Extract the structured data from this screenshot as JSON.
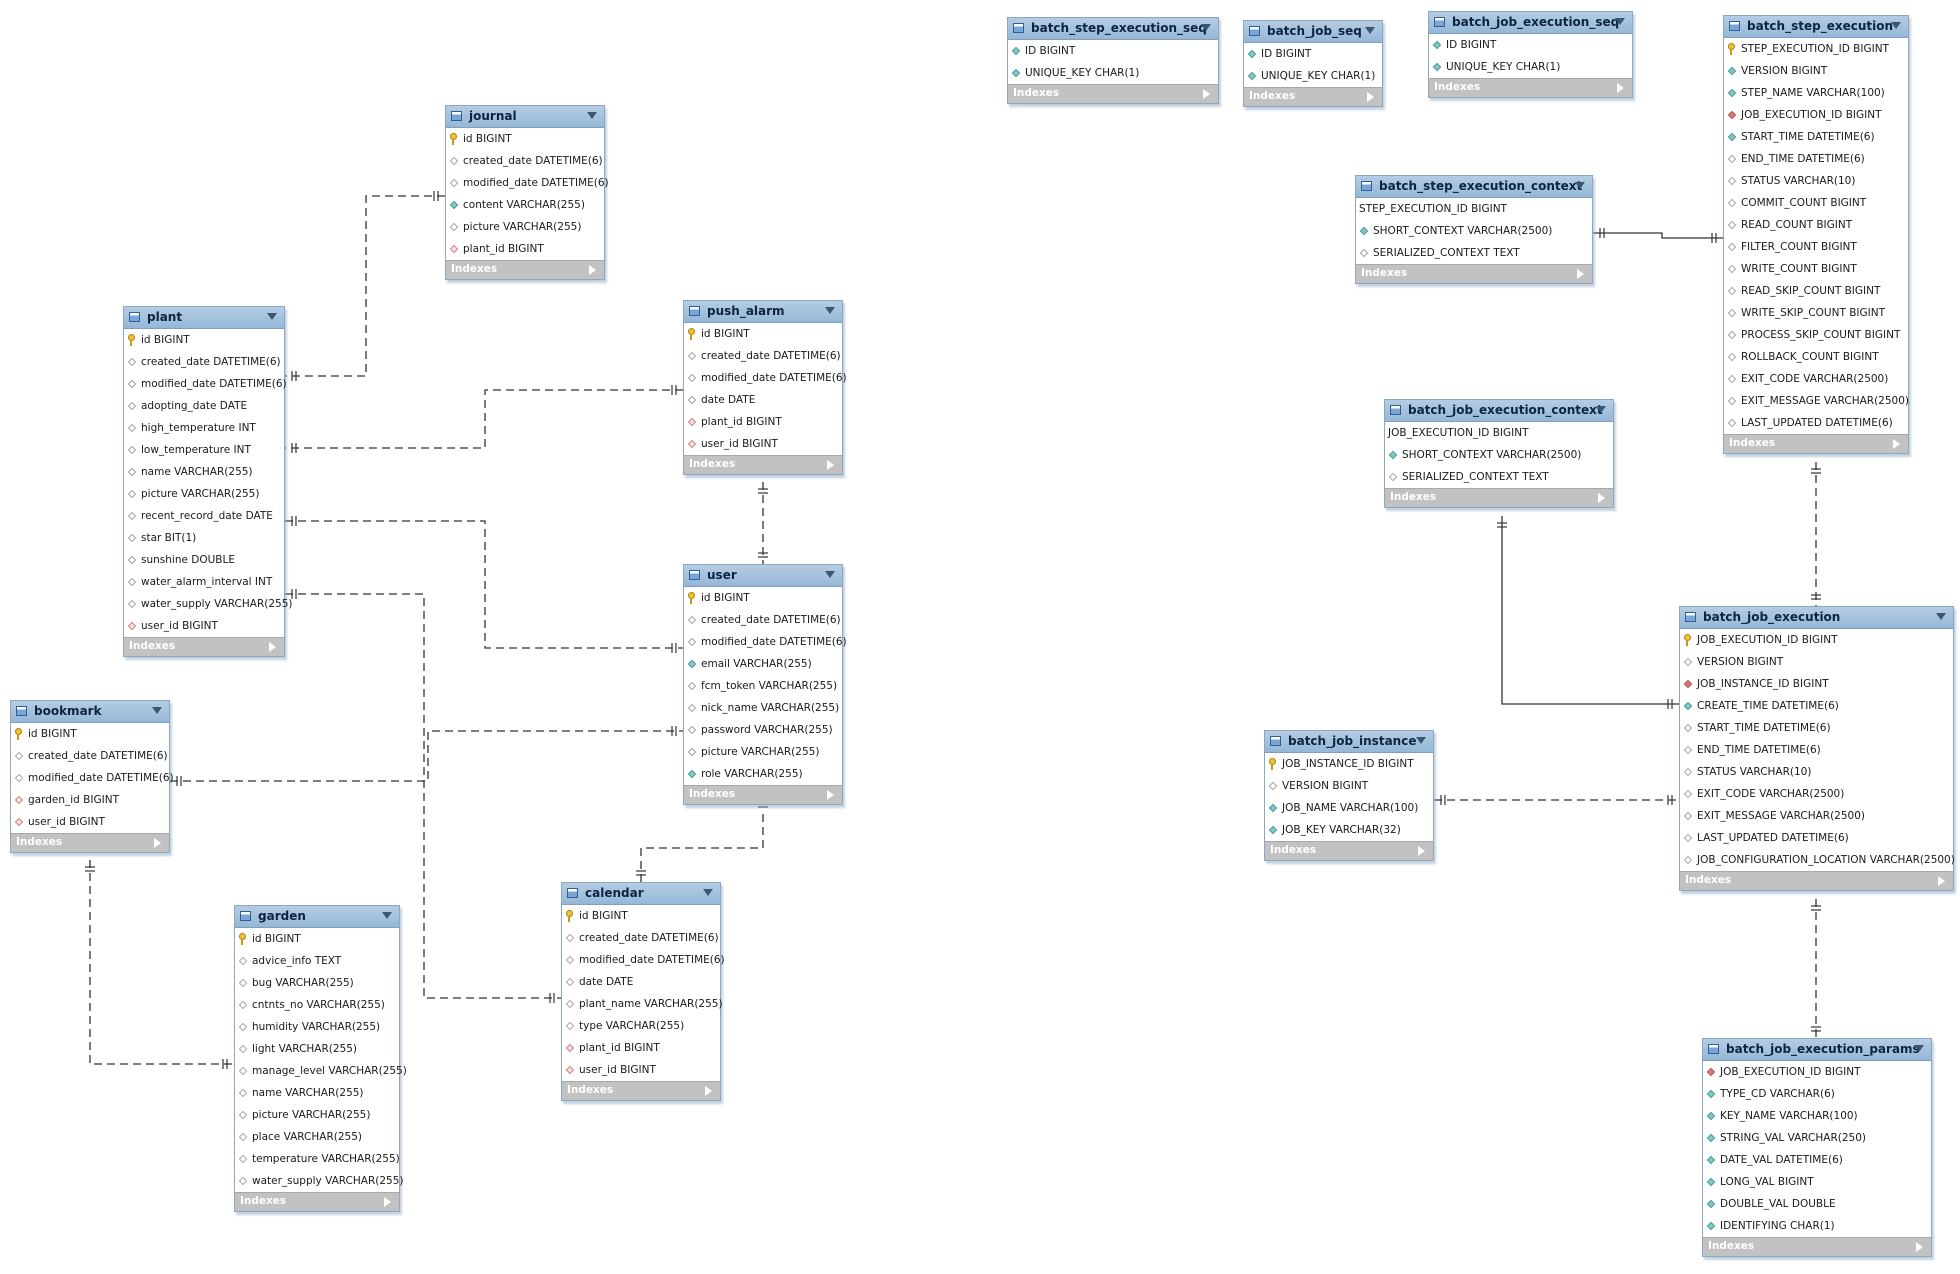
{
  "footer_label": "Indexes",
  "colors": {
    "header_top": "#b5cde3",
    "header_bottom": "#95b7d7",
    "footer": "#c2c2c2",
    "line": "#333333"
  },
  "tables": [
    {
      "id": "journal",
      "name": "journal",
      "columns": [
        {
          "text": "id BIGINT",
          "mark": "key"
        },
        {
          "text": "created_date DATETIME(6)",
          "mark": "dia"
        },
        {
          "text": "modified_date DATETIME(6)",
          "mark": "dia"
        },
        {
          "text": "content VARCHAR(255)",
          "mark": "fill"
        },
        {
          "text": "picture VARCHAR(255)",
          "mark": "dia"
        },
        {
          "text": "plant_id BIGINT",
          "mark": "fk"
        }
      ]
    },
    {
      "id": "plant",
      "name": "plant",
      "columns": [
        {
          "text": "id BIGINT",
          "mark": "key"
        },
        {
          "text": "created_date DATETIME(6)",
          "mark": "dia"
        },
        {
          "text": "modified_date DATETIME(6)",
          "mark": "dia"
        },
        {
          "text": "adopting_date DATE",
          "mark": "dia"
        },
        {
          "text": "high_temperature INT",
          "mark": "dia"
        },
        {
          "text": "low_temperature INT",
          "mark": "dia"
        },
        {
          "text": "name VARCHAR(255)",
          "mark": "dia"
        },
        {
          "text": "picture VARCHAR(255)",
          "mark": "dia"
        },
        {
          "text": "recent_record_date DATE",
          "mark": "dia"
        },
        {
          "text": "star BIT(1)",
          "mark": "dia"
        },
        {
          "text": "sunshine DOUBLE",
          "mark": "dia"
        },
        {
          "text": "water_alarm_interval INT",
          "mark": "dia"
        },
        {
          "text": "water_supply VARCHAR(255)",
          "mark": "dia"
        },
        {
          "text": "user_id BIGINT",
          "mark": "fk"
        }
      ]
    },
    {
      "id": "push_alarm",
      "name": "push_alarm",
      "columns": [
        {
          "text": "id BIGINT",
          "mark": "key"
        },
        {
          "text": "created_date DATETIME(6)",
          "mark": "dia"
        },
        {
          "text": "modified_date DATETIME(6)",
          "mark": "dia"
        },
        {
          "text": "date DATE",
          "mark": "dia"
        },
        {
          "text": "plant_id BIGINT",
          "mark": "fk"
        },
        {
          "text": "user_id BIGINT",
          "mark": "fk"
        }
      ]
    },
    {
      "id": "user",
      "name": "user",
      "columns": [
        {
          "text": "id BIGINT",
          "mark": "key"
        },
        {
          "text": "created_date DATETIME(6)",
          "mark": "dia"
        },
        {
          "text": "modified_date DATETIME(6)",
          "mark": "dia"
        },
        {
          "text": "email VARCHAR(255)",
          "mark": "fill"
        },
        {
          "text": "fcm_token VARCHAR(255)",
          "mark": "dia"
        },
        {
          "text": "nick_name VARCHAR(255)",
          "mark": "dia"
        },
        {
          "text": "password VARCHAR(255)",
          "mark": "dia"
        },
        {
          "text": "picture VARCHAR(255)",
          "mark": "dia"
        },
        {
          "text": "role VARCHAR(255)",
          "mark": "fill"
        }
      ]
    },
    {
      "id": "bookmark",
      "name": "bookmark",
      "columns": [
        {
          "text": "id BIGINT",
          "mark": "key"
        },
        {
          "text": "created_date DATETIME(6)",
          "mark": "dia"
        },
        {
          "text": "modified_date DATETIME(6)",
          "mark": "dia"
        },
        {
          "text": "garden_id BIGINT",
          "mark": "fk"
        },
        {
          "text": "user_id BIGINT",
          "mark": "fk"
        }
      ]
    },
    {
      "id": "garden",
      "name": "garden",
      "columns": [
        {
          "text": "id BIGINT",
          "mark": "key"
        },
        {
          "text": "advice_info TEXT",
          "mark": "dia"
        },
        {
          "text": "bug VARCHAR(255)",
          "mark": "dia"
        },
        {
          "text": "cntnts_no VARCHAR(255)",
          "mark": "dia"
        },
        {
          "text": "humidity VARCHAR(255)",
          "mark": "dia"
        },
        {
          "text": "light VARCHAR(255)",
          "mark": "dia"
        },
        {
          "text": "manage_level VARCHAR(255)",
          "mark": "dia"
        },
        {
          "text": "name VARCHAR(255)",
          "mark": "dia"
        },
        {
          "text": "picture VARCHAR(255)",
          "mark": "dia"
        },
        {
          "text": "place VARCHAR(255)",
          "mark": "dia"
        },
        {
          "text": "temperature VARCHAR(255)",
          "mark": "dia"
        },
        {
          "text": "water_supply VARCHAR(255)",
          "mark": "dia"
        }
      ]
    },
    {
      "id": "calendar",
      "name": "calendar",
      "columns": [
        {
          "text": "id BIGINT",
          "mark": "key"
        },
        {
          "text": "created_date DATETIME(6)",
          "mark": "dia"
        },
        {
          "text": "modified_date DATETIME(6)",
          "mark": "dia"
        },
        {
          "text": "date DATE",
          "mark": "dia"
        },
        {
          "text": "plant_name VARCHAR(255)",
          "mark": "dia"
        },
        {
          "text": "type VARCHAR(255)",
          "mark": "dia"
        },
        {
          "text": "plant_id BIGINT",
          "mark": "fk"
        },
        {
          "text": "user_id BIGINT",
          "mark": "fk"
        }
      ]
    },
    {
      "id": "batch_step_execution_seq",
      "name": "batch_step_execution_seq",
      "columns": [
        {
          "text": "ID BIGINT",
          "mark": "fill"
        },
        {
          "text": "UNIQUE_KEY CHAR(1)",
          "mark": "fill"
        }
      ]
    },
    {
      "id": "batch_job_seq",
      "name": "batch_job_seq",
      "columns": [
        {
          "text": "ID BIGINT",
          "mark": "fill"
        },
        {
          "text": "UNIQUE_KEY CHAR(1)",
          "mark": "fill"
        }
      ]
    },
    {
      "id": "batch_job_execution_seq",
      "name": "batch_job_execution_seq",
      "columns": [
        {
          "text": "ID BIGINT",
          "mark": "fill"
        },
        {
          "text": "UNIQUE_KEY CHAR(1)",
          "mark": "fill"
        }
      ]
    },
    {
      "id": "batch_step_execution",
      "name": "batch_step_execution",
      "columns": [
        {
          "text": "STEP_EXECUTION_ID BIGINT",
          "mark": "key"
        },
        {
          "text": "VERSION BIGINT",
          "mark": "fill"
        },
        {
          "text": "STEP_NAME VARCHAR(100)",
          "mark": "fill"
        },
        {
          "text": "JOB_EXECUTION_ID BIGINT",
          "mark": "fkfill"
        },
        {
          "text": "START_TIME DATETIME(6)",
          "mark": "fill"
        },
        {
          "text": "END_TIME DATETIME(6)",
          "mark": "dia"
        },
        {
          "text": "STATUS VARCHAR(10)",
          "mark": "dia"
        },
        {
          "text": "COMMIT_COUNT BIGINT",
          "mark": "dia"
        },
        {
          "text": "READ_COUNT BIGINT",
          "mark": "dia"
        },
        {
          "text": "FILTER_COUNT BIGINT",
          "mark": "dia"
        },
        {
          "text": "WRITE_COUNT BIGINT",
          "mark": "dia"
        },
        {
          "text": "READ_SKIP_COUNT BIGINT",
          "mark": "dia"
        },
        {
          "text": "WRITE_SKIP_COUNT BIGINT",
          "mark": "dia"
        },
        {
          "text": "PROCESS_SKIP_COUNT BIGINT",
          "mark": "dia"
        },
        {
          "text": "ROLLBACK_COUNT BIGINT",
          "mark": "dia"
        },
        {
          "text": "EXIT_CODE VARCHAR(2500)",
          "mark": "dia"
        },
        {
          "text": "EXIT_MESSAGE VARCHAR(2500)",
          "mark": "dia"
        },
        {
          "text": "LAST_UPDATED DATETIME(6)",
          "mark": "dia"
        }
      ]
    },
    {
      "id": "batch_step_execution_context",
      "name": "batch_step_execution_context",
      "columns": [
        {
          "text": "STEP_EXECUTION_ID BIGINT",
          "mark": "none"
        },
        {
          "text": "SHORT_CONTEXT VARCHAR(2500)",
          "mark": "fill"
        },
        {
          "text": "SERIALIZED_CONTEXT TEXT",
          "mark": "dia"
        }
      ]
    },
    {
      "id": "batch_job_execution_context",
      "name": "batch_job_execution_context",
      "columns": [
        {
          "text": "JOB_EXECUTION_ID BIGINT",
          "mark": "none"
        },
        {
          "text": "SHORT_CONTEXT VARCHAR(2500)",
          "mark": "fill"
        },
        {
          "text": "SERIALIZED_CONTEXT TEXT",
          "mark": "dia"
        }
      ]
    },
    {
      "id": "batch_job_execution",
      "name": "batch_job_execution",
      "columns": [
        {
          "text": "JOB_EXECUTION_ID BIGINT",
          "mark": "key"
        },
        {
          "text": "VERSION BIGINT",
          "mark": "dia"
        },
        {
          "text": "JOB_INSTANCE_ID BIGINT",
          "mark": "fkfill"
        },
        {
          "text": "CREATE_TIME DATETIME(6)",
          "mark": "fill"
        },
        {
          "text": "START_TIME DATETIME(6)",
          "mark": "dia"
        },
        {
          "text": "END_TIME DATETIME(6)",
          "mark": "dia"
        },
        {
          "text": "STATUS VARCHAR(10)",
          "mark": "dia"
        },
        {
          "text": "EXIT_CODE VARCHAR(2500)",
          "mark": "dia"
        },
        {
          "text": "EXIT_MESSAGE VARCHAR(2500)",
          "mark": "dia"
        },
        {
          "text": "LAST_UPDATED DATETIME(6)",
          "mark": "dia"
        },
        {
          "text": "JOB_CONFIGURATION_LOCATION VARCHAR(2500)",
          "mark": "dia"
        }
      ]
    },
    {
      "id": "batch_job_instance",
      "name": "batch_job_instance",
      "columns": [
        {
          "text": "JOB_INSTANCE_ID BIGINT",
          "mark": "key"
        },
        {
          "text": "VERSION BIGINT",
          "mark": "dia"
        },
        {
          "text": "JOB_NAME VARCHAR(100)",
          "mark": "fill"
        },
        {
          "text": "JOB_KEY VARCHAR(32)",
          "mark": "fill"
        }
      ]
    },
    {
      "id": "batch_job_execution_params",
      "name": "batch_job_execution_params",
      "columns": [
        {
          "text": "JOB_EXECUTION_ID BIGINT",
          "mark": "fkfill"
        },
        {
          "text": "TYPE_CD VARCHAR(6)",
          "mark": "fill"
        },
        {
          "text": "KEY_NAME VARCHAR(100)",
          "mark": "fill"
        },
        {
          "text": "STRING_VAL VARCHAR(250)",
          "mark": "fill"
        },
        {
          "text": "DATE_VAL DATETIME(6)",
          "mark": "fill"
        },
        {
          "text": "LONG_VAL BIGINT",
          "mark": "fill"
        },
        {
          "text": "DOUBLE_VAL DOUBLE",
          "mark": "fill"
        },
        {
          "text": "IDENTIFYING CHAR(1)",
          "mark": "fill"
        }
      ]
    }
  ],
  "relationships": [
    {
      "from": "journal",
      "to": "plant",
      "style": "dashed"
    },
    {
      "from": "push_alarm",
      "to": "plant",
      "style": "dashed"
    },
    {
      "from": "push_alarm",
      "to": "user",
      "style": "dashed"
    },
    {
      "from": "plant",
      "to": "user",
      "style": "dashed"
    },
    {
      "from": "calendar",
      "to": "plant",
      "style": "dashed"
    },
    {
      "from": "bookmark",
      "to": "user",
      "style": "dashed"
    },
    {
      "from": "bookmark",
      "to": "garden",
      "style": "dashed"
    },
    {
      "from": "calendar",
      "to": "user",
      "style": "dashed"
    },
    {
      "from": "batch_step_execution_context",
      "to": "batch_step_execution",
      "style": "solid"
    },
    {
      "from": "batch_step_execution",
      "to": "batch_job_execution",
      "style": "dashed"
    },
    {
      "from": "batch_job_execution_context",
      "to": "batch_job_execution",
      "style": "solid"
    },
    {
      "from": "batch_job_execution",
      "to": "batch_job_instance",
      "style": "dashed"
    },
    {
      "from": "batch_job_execution_params",
      "to": "batch_job_execution",
      "style": "dashed"
    }
  ]
}
